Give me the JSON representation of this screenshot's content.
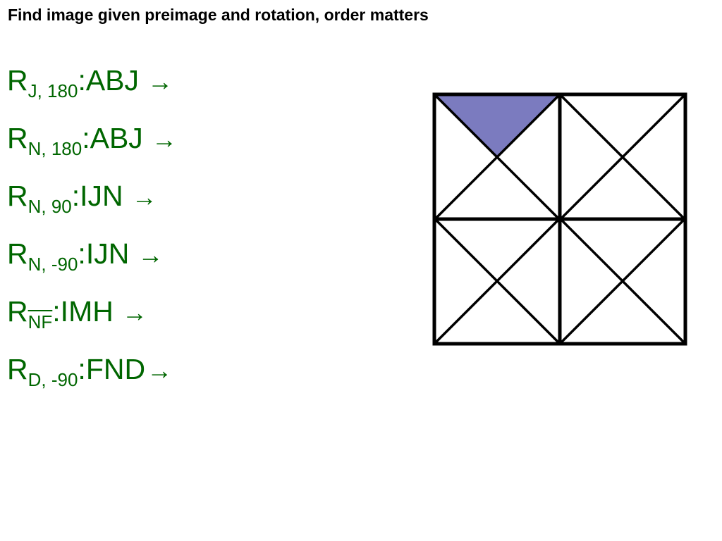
{
  "slide": {
    "title": "Find image given preimage and rotation, order matters"
  },
  "rules": [
    {
      "letter": "R",
      "sub": "J, 180",
      "rest": ":ABJ",
      "arrow": "→",
      "sub_overline": false
    },
    {
      "letter": "R",
      "sub": "N, 180",
      "rest": ":ABJ",
      "arrow": "→",
      "sub_overline": false
    },
    {
      "letter": "R",
      "sub": "N, 90",
      "rest": ":IJN",
      "arrow": "→",
      "sub_overline": false
    },
    {
      "letter": "R",
      "sub": "N, -90",
      "rest": ":IJN",
      "arrow": "→",
      "sub_overline": false
    },
    {
      "letter": "R",
      "sub": "NF",
      "rest": ":IMH",
      "arrow": "→",
      "sub_overline": true
    },
    {
      "letter": "R",
      "sub": "D, -90",
      "rest": ":FND",
      "arrow": "→",
      "sub_overline": false
    }
  ],
  "figure": {
    "grid": "2x2 squares, each divided by both diagonals",
    "shaded_region": "top triangle of upper-left square",
    "shade_color": "#7b7bbf",
    "line_color": "#000000"
  }
}
